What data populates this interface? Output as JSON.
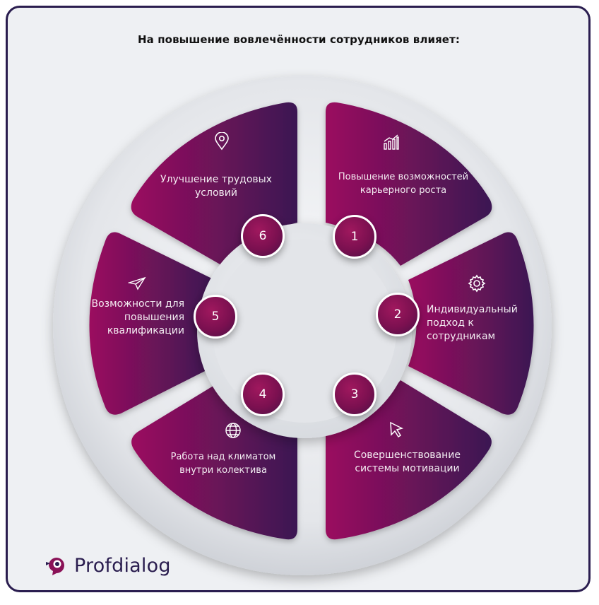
{
  "title": "На повышение вовлечённости сотрудников влияет:",
  "segments": [
    {
      "number": "1",
      "label": "Повышение возможностей карьерного роста",
      "icon": "bar-chart-icon"
    },
    {
      "number": "2",
      "label": "Индивидуальный подход к сотрудникам",
      "icon": "gear-icon"
    },
    {
      "number": "3",
      "label": "Совершенствование системы мотивации",
      "icon": "cursor-icon"
    },
    {
      "number": "4",
      "label": "Работа над климатом внутри колектива",
      "icon": "globe-icon"
    },
    {
      "number": "5",
      "label": "Возможности для повышения квалификации",
      "icon": "paper-plane-icon"
    },
    {
      "number": "6",
      "label": "Улучшение трудовых условий",
      "icon": "location-pin-icon"
    }
  ],
  "brand": {
    "name": "Profdialog",
    "icon": "profdialog-logo-icon"
  },
  "colors": {
    "segment_start": "#9b0f5f",
    "segment_end": "#3b1552",
    "frame": "#2a1d4f",
    "wheel": "#e6e8ec"
  }
}
